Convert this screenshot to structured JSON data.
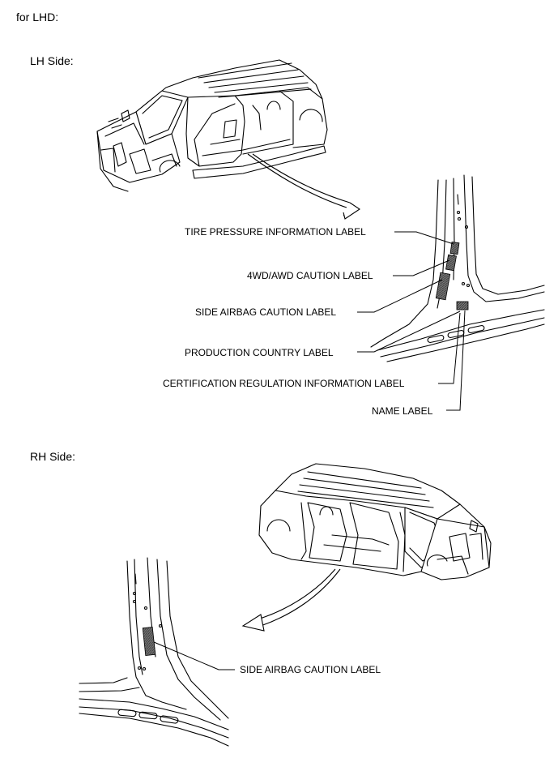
{
  "header": "for LHD:",
  "lh": {
    "title": "LH Side:",
    "labels": {
      "tire_pressure": "TIRE PRESSURE INFORMATION LABEL",
      "awd_caution": "4WD/AWD CAUTION LABEL",
      "side_airbag": "SIDE AIRBAG CAUTION LABEL",
      "production_country": "PRODUCTION COUNTRY LABEL",
      "certification": "CERTIFICATION REGULATION INFORMATION LABEL",
      "name": "NAME LABEL"
    }
  },
  "rh": {
    "title": "RH Side:",
    "labels": {
      "side_airbag": "SIDE AIRBAG CAUTION LABEL"
    }
  }
}
